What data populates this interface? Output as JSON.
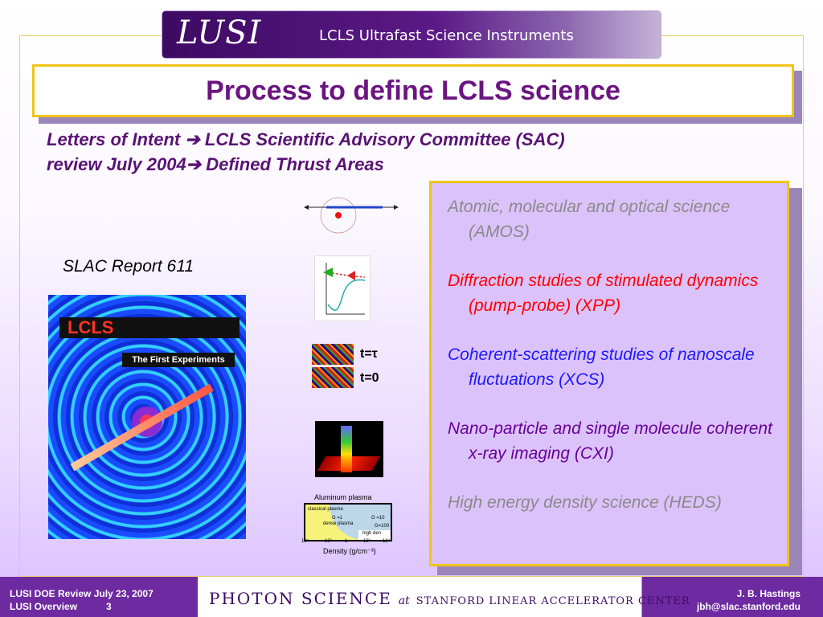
{
  "header": {
    "logo": "LUSI",
    "subtitle": "LCLS Ultrafast Science Instruments",
    "colors": {
      "banner": "#5b1a86",
      "title_border": "#f0c419"
    }
  },
  "slide": {
    "title": "Process to define LCLS science",
    "subtitle_line1": "Letters of Intent ➔ LCLS Scientific Advisory Committee (SAC)",
    "subtitle_line2": "review July 2004➔ Defined Thrust Areas",
    "report_label": "SLAC Report 611",
    "cover": {
      "banner": "LCLS",
      "caption": "The First Experiments"
    },
    "figures": {
      "speckle_top_label": "t=τ",
      "speckle_bottom_label": "t=0",
      "plasma_title": "Aluminum plasma",
      "plasma_labels": [
        "classical plasma",
        "G =1",
        "dense plasma",
        "G =10",
        "G=100",
        "high den"
      ],
      "plasma_xlabel": "Density (g/cm⁻³)",
      "plasma_ticks": [
        "10⁴",
        "10²",
        "1",
        "10²",
        "10⁴"
      ]
    },
    "thrust_areas": [
      {
        "text": "Atomic, molecular and optical science (AMOS)",
        "color": "#8a8a8a"
      },
      {
        "text": "Diffraction studies of stimulated dynamics (pump-probe) (XPP)",
        "color": "#ff0000"
      },
      {
        "text": "Coherent-scattering studies of nanoscale fluctuations (XCS)",
        "color": "#1a1aff"
      },
      {
        "text": " Nano-particle and single molecule coherent x-ray imaging (CXI)",
        "color": "#660099"
      },
      {
        "text": "High energy density science (HEDS)",
        "color": "#8a8a8a"
      }
    ]
  },
  "footer": {
    "left_line1": "LUSI DOE Review July 23, 2007",
    "left_line2": "LUSI Overview",
    "page_number": "3",
    "center_photon_science": "PHOTON SCIENCE",
    "center_at": "at",
    "center_slac": "STANFORD LINEAR ACCELERATOR CENTER",
    "right_line1": "J. B. Hastings",
    "right_line2": "jbh@slac.stanford.edu"
  }
}
